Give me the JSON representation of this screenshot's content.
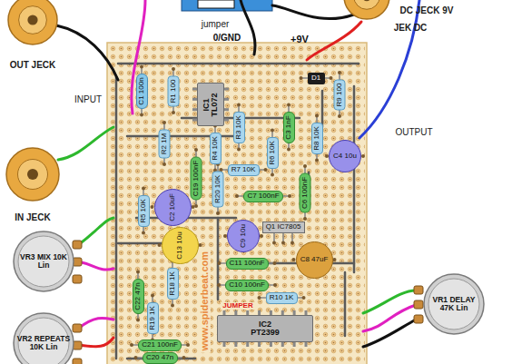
{
  "diagram": {
    "nodes": [
      {
        "text": [
          "OUT JECK"
        ]
      },
      {
        "text": [
          "DC JECK 9V",
          "JEK DC"
        ]
      },
      {
        "text": [
          "D1"
        ]
      },
      {
        "text": [
          "R9 100"
        ]
      },
      {
        "text": [
          "C1 100n"
        ]
      },
      {
        "text": [
          "R1 100"
        ]
      },
      {
        "text": [
          "IC1 TL072"
        ]
      },
      {
        "text": [
          "R3 10K"
        ]
      },
      {
        "text": [
          "C3 1nF"
        ]
      },
      {
        "text": [
          "R2 1M"
        ]
      },
      {
        "text": [
          "R4 10K"
        ]
      },
      {
        "text": [
          "R8 10K"
        ]
      },
      {
        "text": [
          "R6 10K"
        ]
      },
      {
        "text": [
          "C4 10u"
        ]
      },
      {
        "text": [
          "R7 10K"
        ]
      },
      {
        "text": [
          "IN JECK"
        ]
      },
      {
        "text": [
          "C19 100nF"
        ]
      },
      {
        "text": [
          "R20 10K"
        ]
      },
      {
        "text": [
          "C7 100nF"
        ]
      },
      {
        "text": [
          "C6 100nF"
        ]
      },
      {
        "text": [
          "C2 10uF"
        ]
      },
      {
        "text": [
          "R5 10K"
        ]
      },
      {
        "text": [
          "Q1 IC7805"
        ]
      },
      {
        "text": [
          "C9 10u"
        ]
      },
      {
        "text": [
          "C13 10u"
        ]
      },
      {
        "text": [
          "VR3 MIX 10K Lin"
        ]
      },
      {
        "text": [
          "C8 47uF"
        ]
      },
      {
        "text": [
          "C11 100nF"
        ]
      },
      {
        "text": [
          "C22 47n"
        ]
      },
      {
        "text": [
          "R18 1K"
        ]
      },
      {
        "text": [
          "C10 100nF"
        ]
      },
      {
        "text": [
          "R10 1K"
        ]
      },
      {
        "text": [
          "VR1 DELAY 47K Lin"
        ]
      },
      {
        "text": [
          "R19 1K"
        ]
      },
      {
        "text": [
          "IC2 PT2399"
        ]
      },
      {
        "text": [
          "VR2 REPEATS 10K Lin"
        ]
      },
      {
        "text": [
          "C21 100nF"
        ]
      },
      {
        "text": [
          "C20 47n"
        ]
      }
    ],
    "labels": [
      "jumper",
      "0/GND",
      "+9V",
      "INPUT",
      "OUTPUT",
      "JUMPER",
      "www.spiderbeat.com"
    ]
  }
}
